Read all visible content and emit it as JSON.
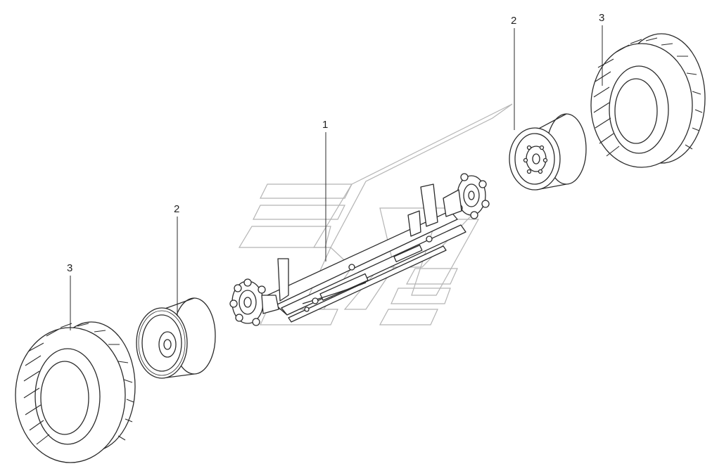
{
  "callouts": {
    "axle": "1",
    "rim_left": "2",
    "rim_right": "2",
    "tire_left": "3",
    "tire_right": "3"
  },
  "colors": {
    "line": "#2b2b2b",
    "watermark": "#b4b4b4",
    "background": "#ffffff"
  }
}
